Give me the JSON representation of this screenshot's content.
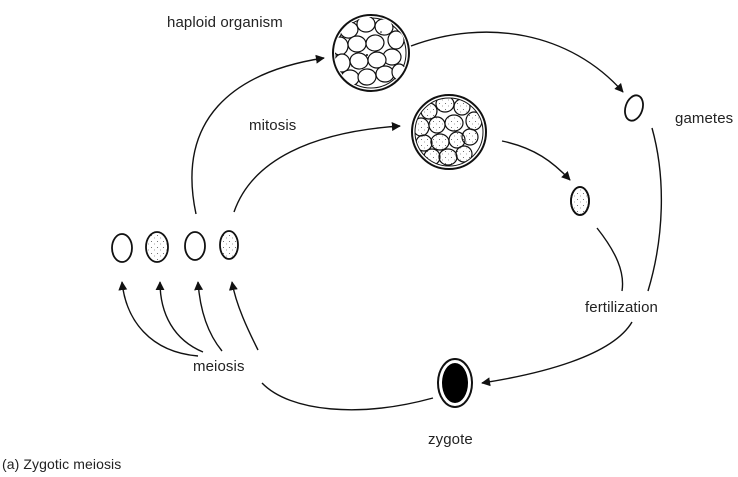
{
  "diagram": {
    "labels": {
      "haploid_organism": "haploid organism",
      "mitosis": "mitosis",
      "gametes": "gametes",
      "fertilization": "fertilization",
      "meiosis": "meiosis",
      "zygote": "zygote"
    },
    "caption": "(a) Zygotic meiosis",
    "colors": {
      "stroke": "#111111",
      "text": "#222222",
      "zygote_fill": "#000000",
      "cell_fill": "#ffffff"
    }
  }
}
